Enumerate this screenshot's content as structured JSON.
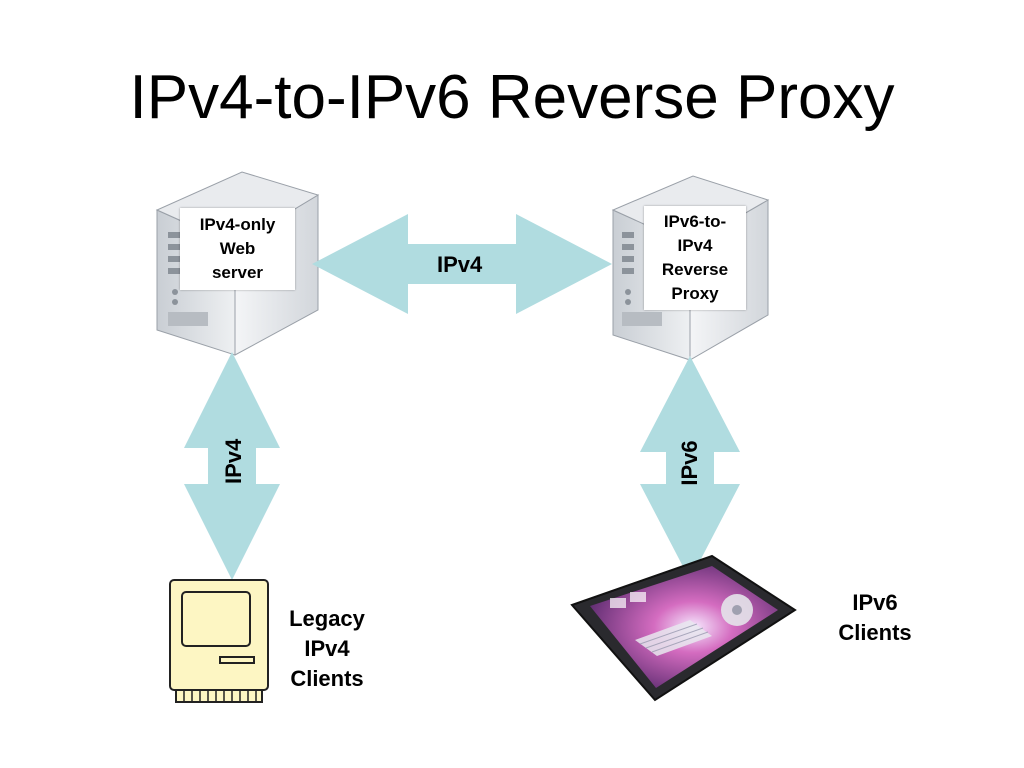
{
  "slide": {
    "title": "IPv4-to-IPv6 Reverse Proxy"
  },
  "nodes": {
    "web_server": {
      "label": "IPv4-only\nWeb\nserver",
      "icon": "server-tower-icon"
    },
    "reverse_proxy": {
      "label": "IPv6-to-\nIPv4\nReverse\nProxy",
      "icon": "server-tower-icon"
    },
    "legacy_clients": {
      "label": "Legacy\nIPv4\nClients",
      "icon": "legacy-computer-icon"
    },
    "ipv6_clients": {
      "label": "IPv6\nClients",
      "icon": "tablet-icon"
    }
  },
  "links": {
    "server_to_proxy": {
      "label": "IPv4"
    },
    "server_to_legacy": {
      "label": "IPv4"
    },
    "proxy_to_ipv6": {
      "label": "IPv6"
    }
  },
  "colors": {
    "arrow": "#b0dce0",
    "server_body": "#d9dde2",
    "legacy_computer": "#fdf6c3",
    "tablet_frame": "#2a2a2e",
    "tablet_screen": "#c45aa8"
  }
}
